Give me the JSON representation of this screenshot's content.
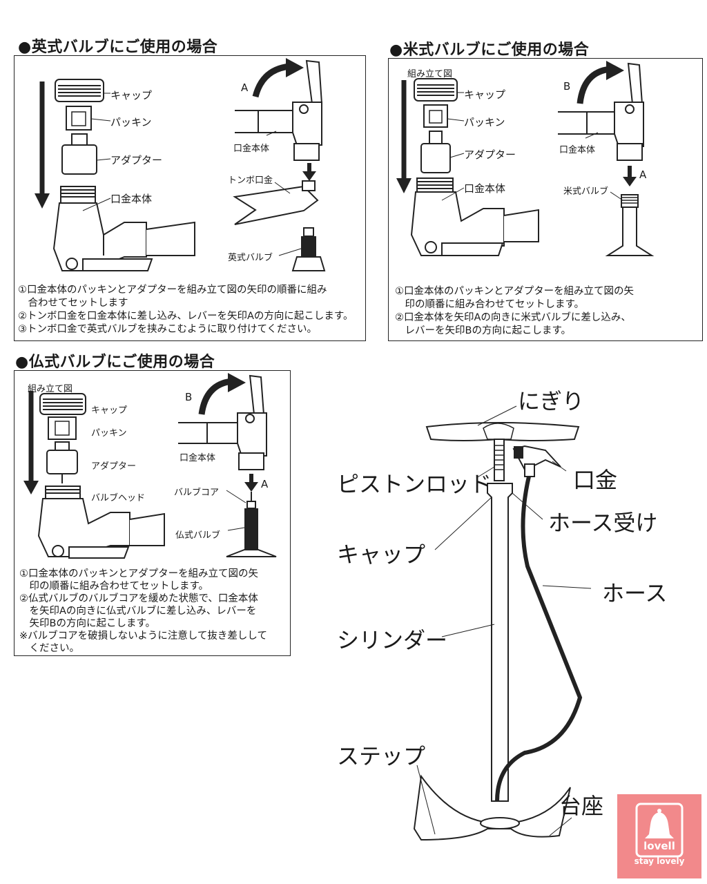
{
  "british": {
    "title": "●英式バルブにご使用の場合",
    "labels": {
      "cap": "キャップ",
      "packing": "パッキン",
      "adapter": "アダプター",
      "head": "口金本体",
      "head2": "口金本体",
      "tombo": "トンボ口金",
      "valve": "英式バルブ",
      "arrowA": "A"
    },
    "notes": [
      "①口金本体のパッキンとアダプターを組み立て図の矢印の順番に組み",
      "　合わせてセットします",
      "②トンボ口金を口金本体に差し込み、レバーを矢印Aの方向に起こします。",
      "③トンボ口金で英式バルブを挟みこむように取り付けてください。"
    ]
  },
  "american": {
    "title": "●米式バルブにご使用の場合",
    "labels": {
      "assembly": "組み立て図",
      "cap": "キャップ",
      "packing": "パッキン",
      "adapter": "アダプター",
      "head": "口金本体",
      "head2": "口金本体",
      "valve": "米式バルブ",
      "arrowA": "A",
      "arrowB": "B"
    },
    "notes": [
      "①口金本体のパッキンとアダプターを組み立て図の矢",
      "　印の順番に組み合わせてセットします。",
      "②口金本体を矢印Aの向きに米式バルブに差し込み、",
      "　レバーを矢印Bの方向に起こします。"
    ]
  },
  "french": {
    "title": "●仏式バルブにご使用の場合",
    "labels": {
      "assembly": "組み立て図",
      "cap": "キャップ",
      "packing": "パッキン",
      "adapter": "アダプター",
      "valvehead": "バルブヘッド",
      "head": "口金本体",
      "core": "バルブコア",
      "valve": "仏式バルブ",
      "arrowA": "A",
      "arrowB": "B"
    },
    "notes": [
      "①口金本体のパッキンとアダプターを組み立て図の矢",
      "　印の順番に組み合わせてセットします。",
      "②仏式バルブのバルブコアを緩めた状態で、口金本体",
      "　を矢印Aの向きに仏式バルブに差し込み、レバーを",
      "　矢印Bの方向に起こします。",
      "※バルブコアを破損しないように注意して抜き差しして",
      "　ください。"
    ]
  },
  "pump": {
    "grip": "にぎり",
    "rod": "ピストンロッド",
    "nozzle": "口金",
    "hose_holder": "ホース受け",
    "cap": "キャップ",
    "hose": "ホース",
    "cylinder": "シリンダー",
    "step": "ステップ",
    "base": "台座"
  },
  "logo": {
    "brand": "lovell",
    "tagline": "stay lovely"
  },
  "colors": {
    "logo_bg": "#f2898b",
    "line": "#222222"
  }
}
